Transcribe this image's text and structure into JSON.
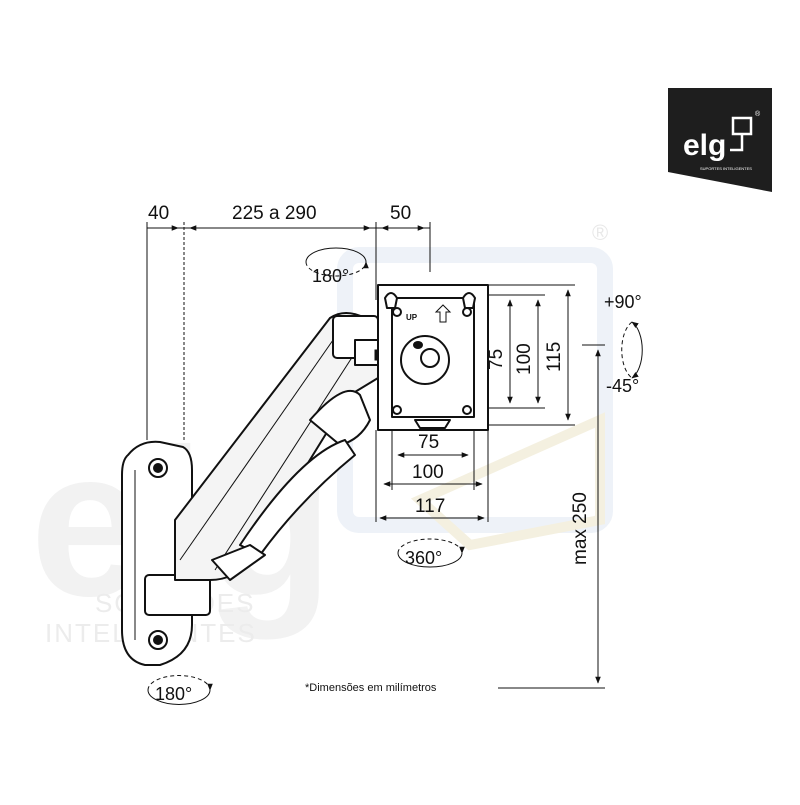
{
  "brand": {
    "logo_text": "elg",
    "tagline": "SUPORTES INTELIGENTES",
    "watermark_text": "elg",
    "watermark_sub1": "SOLUÇÕES",
    "watermark_sub2": "INTELIGENTES",
    "colors": {
      "logo_bg": "#1e1e1e",
      "logo_fg": "#ffffff",
      "line": "#111111",
      "watermark": "#f0f0f0"
    }
  },
  "dimensions": {
    "wall_plate_depth": "40",
    "arm_reach": "225 a 290",
    "head_depth": "50",
    "vesa_h_small": "75",
    "vesa_h_large": "100",
    "vesa_v_small": "75",
    "vesa_v_large": "100",
    "plate_width": "117",
    "plate_height": "115",
    "max_height": "max 250"
  },
  "rotations": {
    "arm_swivel": "180°",
    "wall_swivel": "180°",
    "screen_rotation": "360°",
    "tilt_up": "+90°",
    "tilt_down": "-45°"
  },
  "labels": {
    "up_marker": "UP",
    "footnote": "*Dimensões em milímetros"
  }
}
